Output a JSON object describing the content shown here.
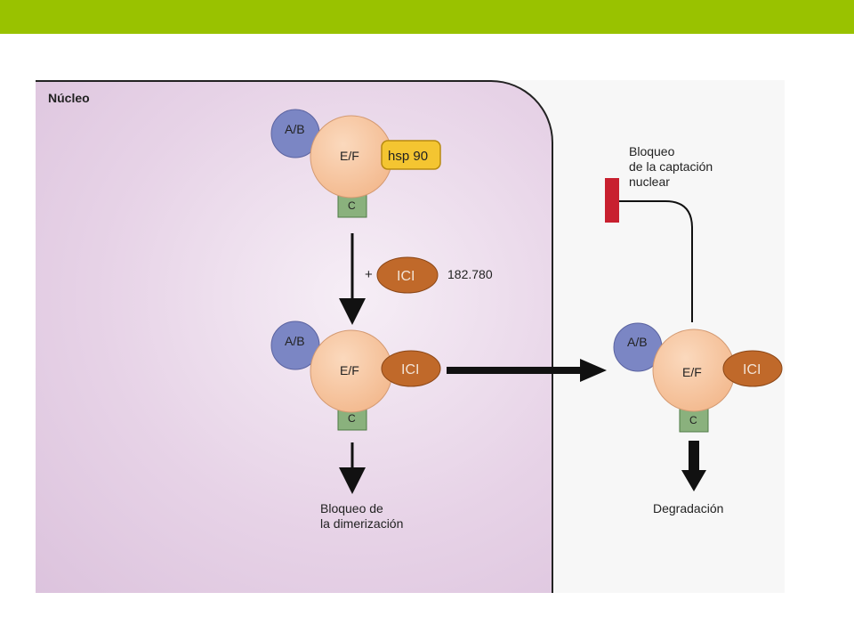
{
  "nucleus_label": "Núcleo",
  "domains": {
    "ab": "A/B",
    "ef": "E/F",
    "c": "C"
  },
  "hsp": "hsp 90",
  "ici": "ICI",
  "plus": "+",
  "ici_number": "182.780",
  "labels": {
    "block_dimerization": "Bloqueo de\nla dimerización",
    "block_nuclear_uptake": "Bloqueo\nde la captación\nnuclear",
    "degradation": "Degradación"
  },
  "colors": {
    "topbar": "#99c200",
    "ab_domain": "#7b86c4",
    "ef_domain": "#f6c29c",
    "c_domain": "#8ab17d",
    "hsp": "#f4c531",
    "ici": "#c0692a",
    "block": "#c8202f"
  }
}
